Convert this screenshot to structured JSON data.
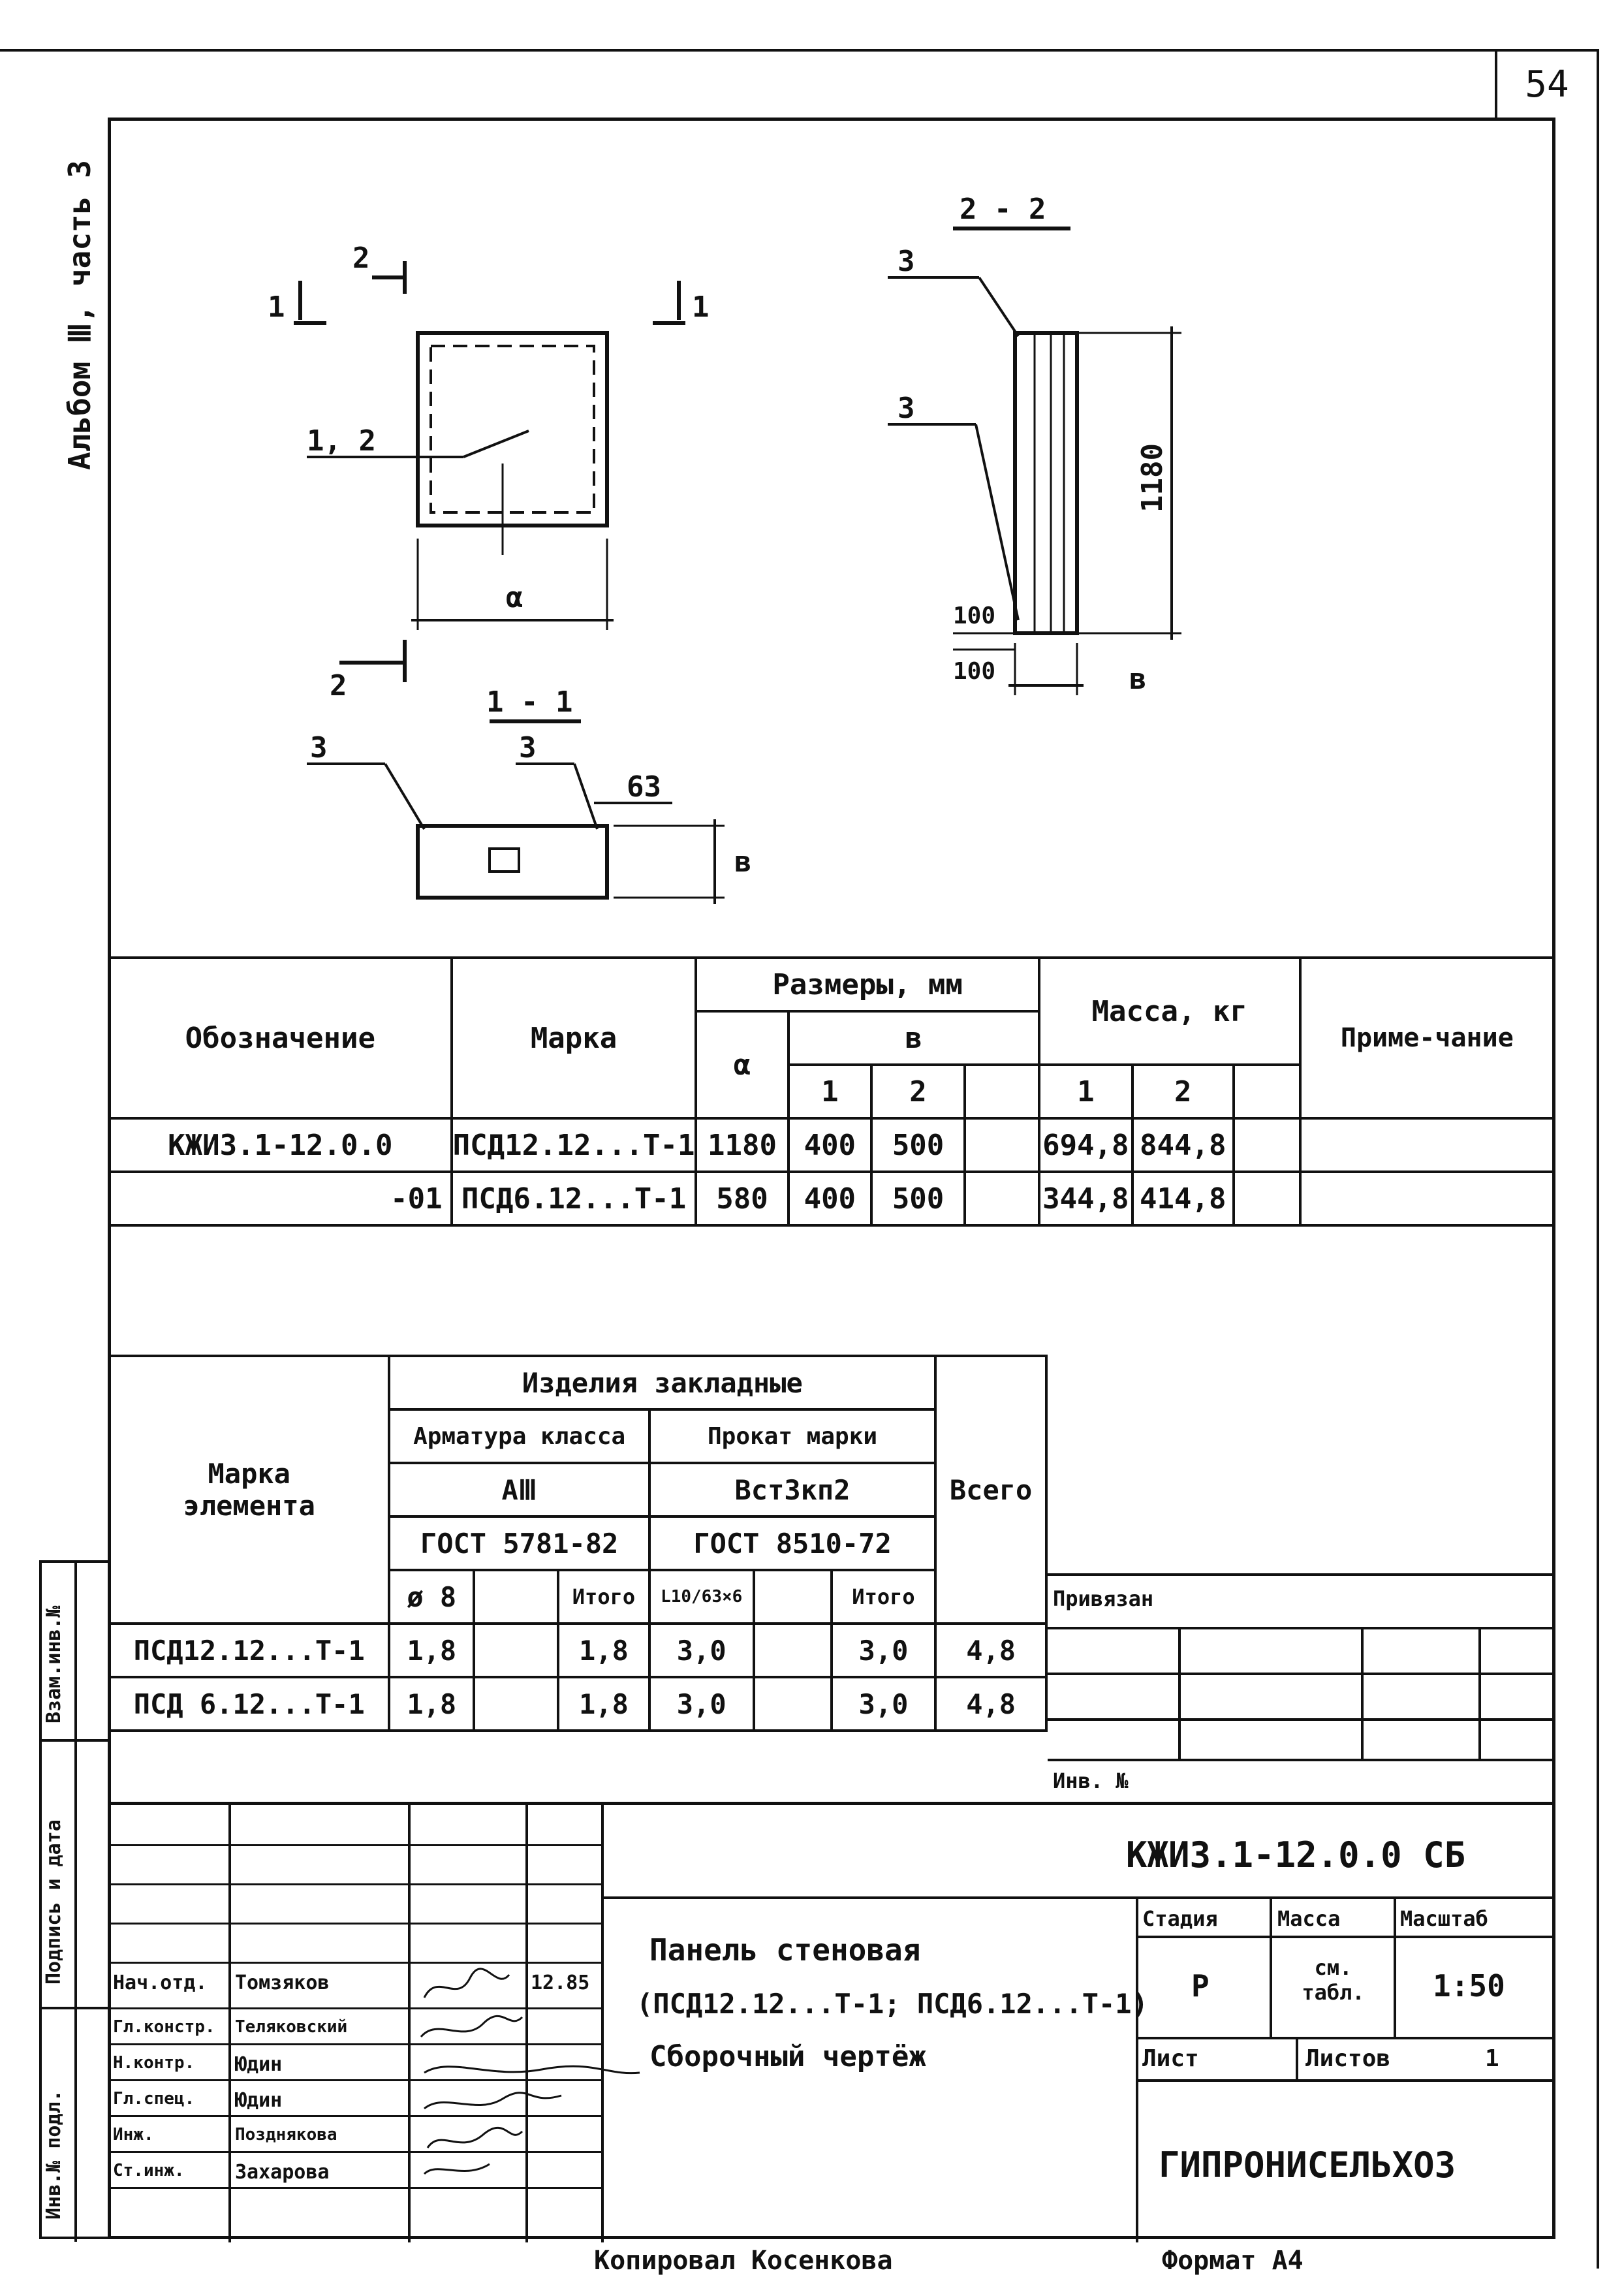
{
  "sheet": {
    "page_number": "54",
    "side_label": "Альбом Ⅲ, часть 3"
  },
  "drawing": {
    "section_2_2": "2 - 2",
    "section_1_1": "1 - 1",
    "cut_1": "1",
    "cut_2": "2",
    "label_1_2": "1, 2",
    "label_3": "3",
    "dim_a": "α",
    "dim_b": "в",
    "dim_1180": "1180",
    "dim_100": "100",
    "dim_63": "63"
  },
  "spec_table": {
    "col_designation": "Обозначение",
    "col_mark": "Марка",
    "col_sizes": "Размеры, мм",
    "col_a": "α",
    "col_b": "в",
    "col_mass": "Масса, кг",
    "col_note": "Приме-чание",
    "sub_1": "1",
    "sub_2": "2",
    "rows": [
      {
        "designation": "КЖИ3.1-12.0.0",
        "mark": "ПСД12.12...Т-1",
        "a": "1180",
        "b1": "400",
        "b2": "500",
        "m1": "694,8",
        "m2": "844,8"
      },
      {
        "designation": "-01",
        "mark": "ПСД6.12...Т-1",
        "a": "580",
        "b1": "400",
        "b2": "500",
        "m1": "344,8",
        "m2": "414,8"
      }
    ]
  },
  "embedded_table": {
    "col_element": "Марка элемента",
    "col_items": "Изделия закладные",
    "col_rebar": "Арматура класса",
    "col_rolled": "Прокат марки",
    "rebar_class": "АⅢ",
    "rolled_grade": "Вст3кп2",
    "rebar_gost": "ГОСТ 5781-82",
    "rolled_gost": "ГОСТ 8510-72",
    "col_total": "Всего",
    "phi8": "ø 8",
    "itogo": "Итого",
    "angle": "L10/63×6",
    "rows": [
      {
        "mark": "ПСД12.12...Т-1",
        "phi8": "1,8",
        "sum1": "1,8",
        "angle": "3,0",
        "sum2": "3,0",
        "total": "4,8"
      },
      {
        "mark": "ПСД 6.12...Т-1",
        "phi8": "1,8",
        "sum1": "1,8",
        "angle": "3,0",
        "sum2": "3,0",
        "total": "4,8"
      }
    ]
  },
  "title_block": {
    "privyazan": "Привязан",
    "inv_no": "Инв. №",
    "doc_code": "КЖИ3.1-12.0.0 СБ",
    "title_line1": "Панель стеновая",
    "title_line2": "(ПСД12.12...Т-1; ПСД6.12...Т-1)",
    "title_line3": "Сборочный чертёж",
    "stage_label": "Стадия",
    "mass_label": "Масса",
    "scale_label": "Масштаб",
    "stage": "Р",
    "mass": "см. табл.",
    "scale": "1:50",
    "sheet_label": "Лист",
    "sheets_label": "Листов",
    "sheets_value": "1",
    "org": "ГИПРОНИСЕЛЬХОЗ",
    "date": "12.85",
    "people": [
      {
        "role": "Нач.отд.",
        "name": "Томзяков"
      },
      {
        "role": "Гл.констр.",
        "name": "Теляковский"
      },
      {
        "role": "Н.контр.",
        "name": "Юдин"
      },
      {
        "role": "Гл.спец.",
        "name": "Юдин"
      },
      {
        "role": "Инж.",
        "name": "Позднякова"
      },
      {
        "role": "Ст.инж.",
        "name": "Захарова"
      }
    ],
    "side_fields": [
      "Взам.инв.№",
      "Подпись и дата",
      "Инв.№ подл."
    ]
  },
  "footer": {
    "copied": "Копировал  Косенкова",
    "format": "Формат А4"
  }
}
